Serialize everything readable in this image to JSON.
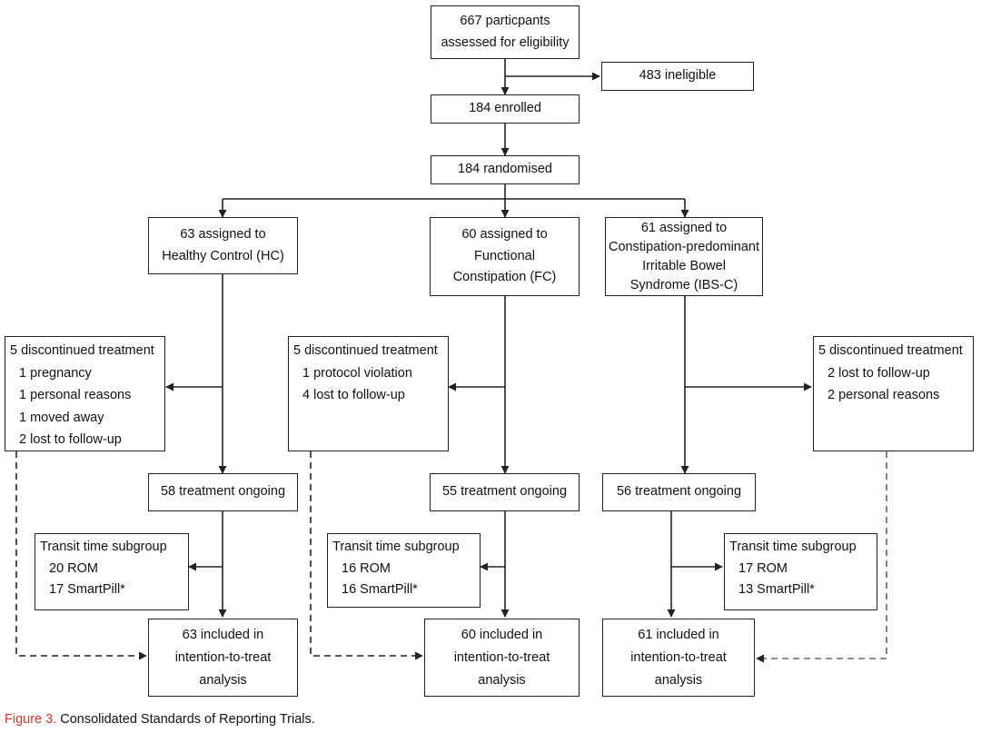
{
  "flow": {
    "assessed": [
      "667 particpants",
      "assessed for eligibility"
    ],
    "ineligible": "483 ineligible",
    "enrolled": "184 enrolled",
    "randomised": "184 randomised",
    "arms": [
      {
        "assigned": [
          "63 assigned to",
          "Healthy Control (HC)"
        ],
        "discontinued": {
          "title": "5 discontinued treatment",
          "items": [
            "1 pregnancy",
            "1 personal reasons",
            "1 moved away",
            "2 lost to follow-up"
          ]
        },
        "ongoing": "58 treatment ongoing",
        "transit": {
          "title": "Transit time subgroup",
          "items": [
            "20 ROM",
            "17 SmartPill*"
          ]
        },
        "itt": [
          "63 included in",
          "intention-to-treat",
          "analysis"
        ]
      },
      {
        "assigned": [
          "60 assigned to",
          "Functional",
          "Constipation (FC)"
        ],
        "discontinued": {
          "title": "5 discontinued treatment",
          "items": [
            "1 protocol violation",
            "4 lost to follow-up"
          ]
        },
        "ongoing": "55 treatment ongoing",
        "transit": {
          "title": "Transit time subgroup",
          "items": [
            "16 ROM",
            "16 SmartPill*"
          ]
        },
        "itt": [
          "60 included in",
          "intention-to-treat",
          "analysis"
        ]
      },
      {
        "assigned": [
          "61 assigned to",
          "Constipation-predominant",
          "Irritable Bowel",
          "Syndrome (IBS-C)"
        ],
        "discontinued": {
          "title": "5 discontinued treatment",
          "items": [
            "2 lost to follow-up",
            "2 personal reasons"
          ]
        },
        "ongoing": "56 treatment ongoing",
        "transit": {
          "title": "Transit time subgroup",
          "items": [
            "17 ROM",
            "13 SmartPill*"
          ]
        },
        "itt": [
          "61 included in",
          "intention-to-treat",
          "analysis"
        ]
      }
    ]
  },
  "caption": {
    "label": "Figure 3.",
    "text": " Consolidated Standards of Reporting Trials."
  },
  "colors": {
    "caption_label": "#d6332b",
    "lines": "#222222"
  }
}
